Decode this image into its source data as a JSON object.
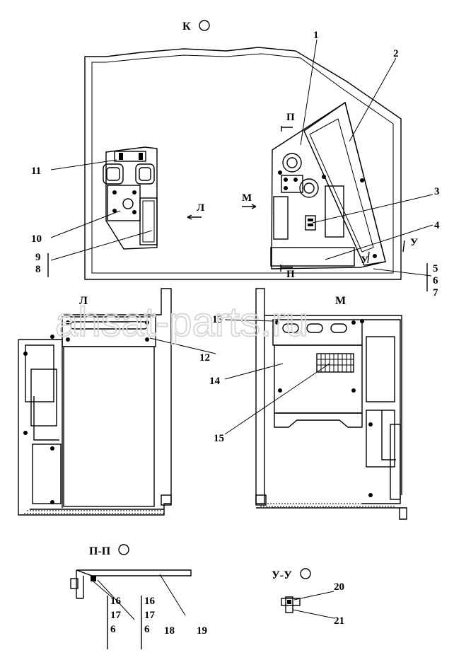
{
  "watermark": "ahsat-parts.ru",
  "views": {
    "k": "К",
    "l": "Л",
    "m": "М",
    "pp": "П-П",
    "uu": "У-У"
  },
  "section_marks": {
    "p_top": "П",
    "p_bottom": "П",
    "u_right": "У",
    "u_left": "У",
    "l_arrow": "Л",
    "m_arrow": "М"
  },
  "callouts": {
    "c1": "1",
    "c2": "2",
    "c3": "3",
    "c4": "4",
    "c5": "5",
    "c6": "6",
    "c7": "7",
    "c8": "8",
    "c9": "9",
    "c10": "10",
    "c11": "11",
    "c12": "12",
    "c13": "13",
    "c14": "14",
    "c15": "15",
    "c16a": "16",
    "c17a": "17",
    "c6a": "6",
    "c16b": "16",
    "c17b": "17",
    "c6b": "6",
    "c18": "18",
    "c19": "19",
    "c20": "20",
    "c21": "21"
  }
}
